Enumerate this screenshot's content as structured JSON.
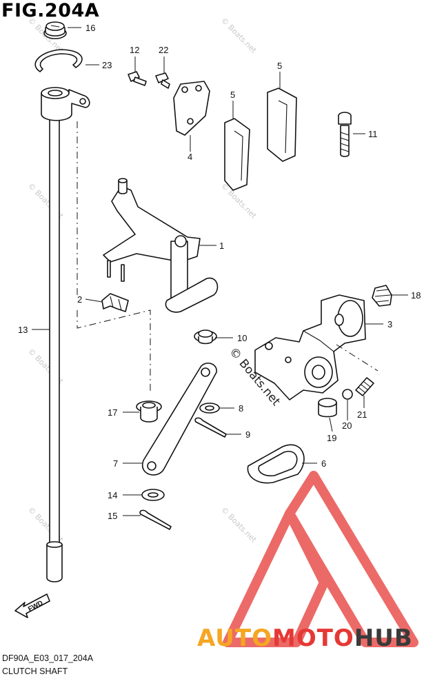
{
  "figure": {
    "title": "FIG.204A",
    "code": "DF90A_E03_017_204A",
    "name": "CLUTCH SHAFT"
  },
  "callouts": [
    {
      "id": "c1",
      "label": "1"
    },
    {
      "id": "c2",
      "label": "2"
    },
    {
      "id": "c3",
      "label": "3"
    },
    {
      "id": "c4",
      "label": "4"
    },
    {
      "id": "c5a",
      "label": "5"
    },
    {
      "id": "c5b",
      "label": "5"
    },
    {
      "id": "c6",
      "label": "6"
    },
    {
      "id": "c7",
      "label": "7"
    },
    {
      "id": "c8",
      "label": "8"
    },
    {
      "id": "c9",
      "label": "9"
    },
    {
      "id": "c10",
      "label": "10"
    },
    {
      "id": "c11",
      "label": "11"
    },
    {
      "id": "c12",
      "label": "12"
    },
    {
      "id": "c13",
      "label": "13"
    },
    {
      "id": "c14",
      "label": "14"
    },
    {
      "id": "c15",
      "label": "15"
    },
    {
      "id": "c16",
      "label": "16"
    },
    {
      "id": "c17",
      "label": "17"
    },
    {
      "id": "c18",
      "label": "18"
    },
    {
      "id": "c19",
      "label": "19"
    },
    {
      "id": "c20",
      "label": "20"
    },
    {
      "id": "c21",
      "label": "21"
    },
    {
      "id": "c22",
      "label": "22"
    },
    {
      "id": "c23",
      "label": "23"
    }
  ],
  "arrow_label": "FWD",
  "watermark": {
    "text": "© Boats.net",
    "brand_left": "AUTO",
    "brand_mid": "MOTO",
    "brand_right": "HUB",
    "colors": {
      "orange": "#f5a623",
      "red": "#e53935",
      "dark": "#3a3a3a"
    }
  }
}
